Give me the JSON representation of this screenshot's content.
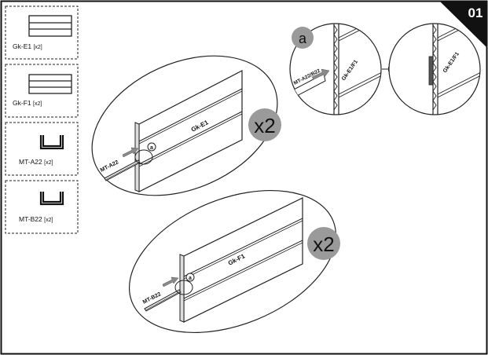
{
  "step": {
    "number": "01"
  },
  "parts": [
    {
      "code": "Gk-E1",
      "qty": "[x2]"
    },
    {
      "code": "Gk-F1",
      "qty": "[x2]"
    },
    {
      "code": "MT-A22",
      "qty": "[x2]"
    },
    {
      "code": "MT-B22",
      "qty": "[x2]"
    }
  ],
  "assembly_e1": {
    "panel_label": "Gk-E1",
    "rail_label": "MT-A22",
    "callout": "a",
    "multiplier": "x2"
  },
  "assembly_f1": {
    "panel_label": "Gk-F1",
    "rail_label": "MT-B22",
    "callout": "a",
    "multiplier": "x2"
  },
  "detail": {
    "marker": "a",
    "rail_label": "MT-A22/B22",
    "panel_label_before": "Gk-E1/F1",
    "panel_label_after": "Gk-E1/F1"
  }
}
